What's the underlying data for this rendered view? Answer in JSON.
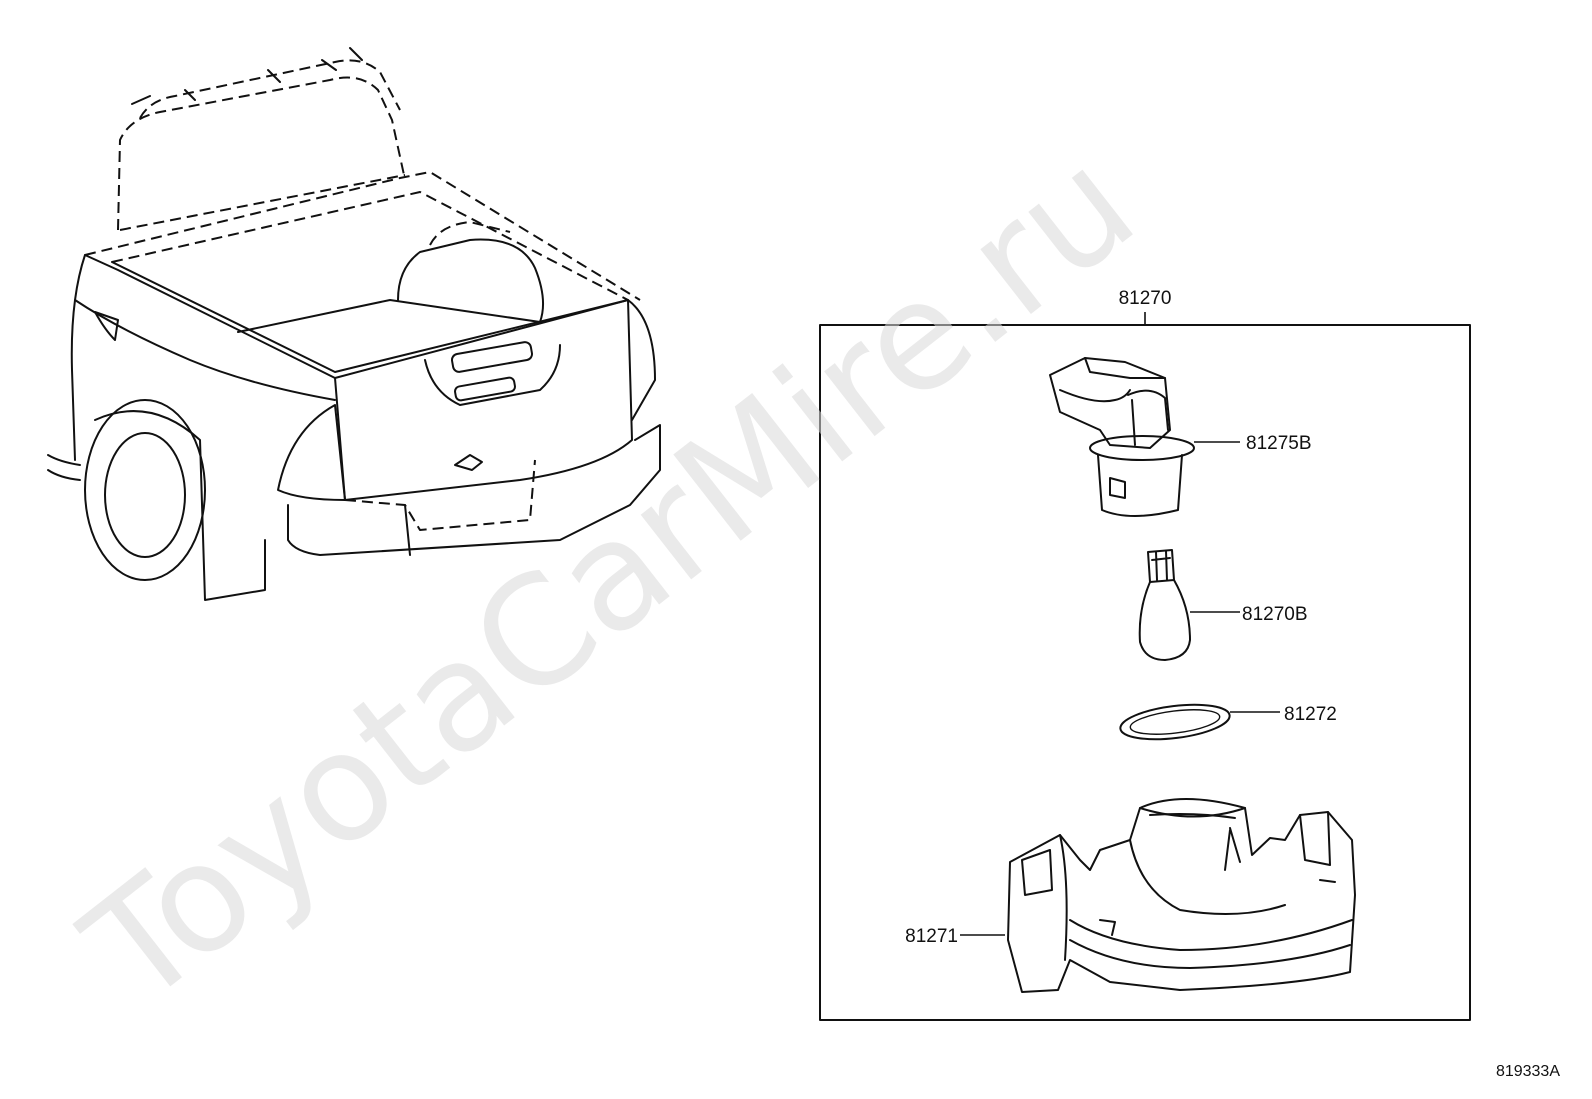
{
  "watermark": "ToyotaCarMire.ru",
  "assembly": {
    "part_number": "81270"
  },
  "parts": [
    {
      "part_number": "81275B"
    },
    {
      "part_number": "81270B"
    },
    {
      "part_number": "81272"
    },
    {
      "part_number": "81271"
    }
  ],
  "catalog_ref": "819333A"
}
